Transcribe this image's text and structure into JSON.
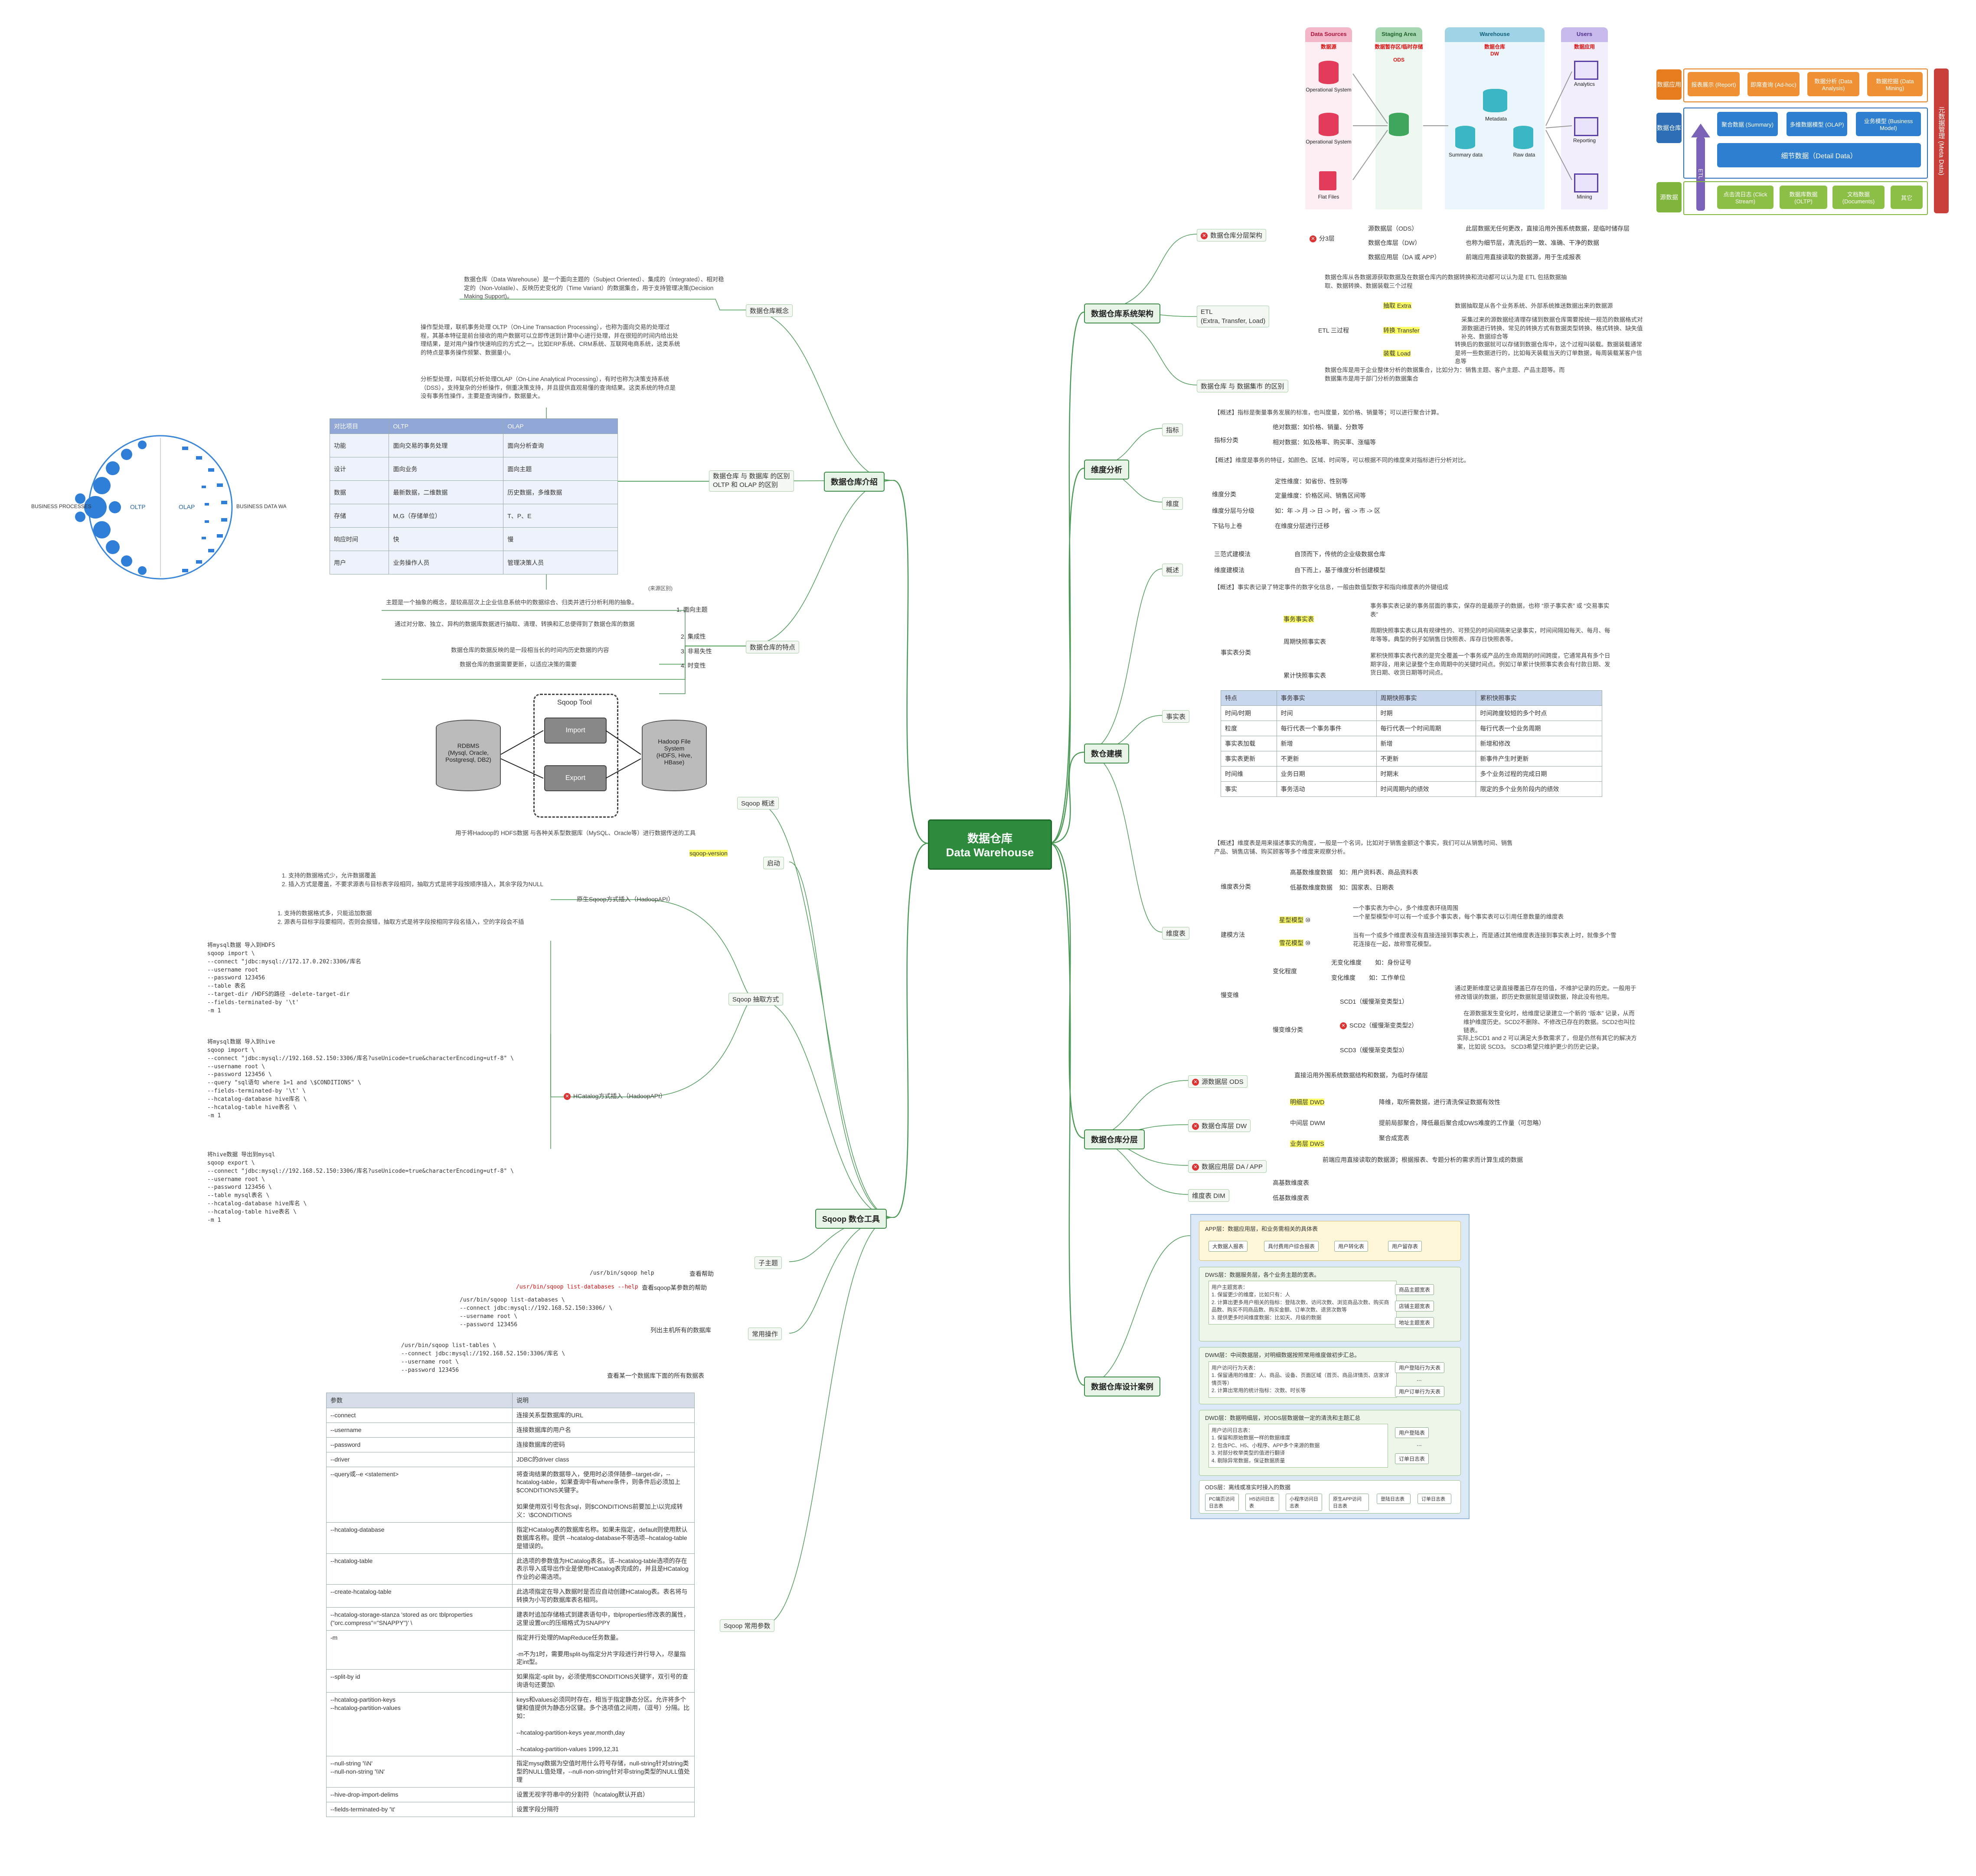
{
  "center": {
    "title": "数据仓库",
    "subtitle": "Data Warehouse"
  },
  "branches": {
    "arch": "数据仓库系统架构",
    "dim": "维度分析",
    "model": "数仓建模",
    "layer": "数据仓库分层",
    "case": "数据仓库设计案例",
    "intro": "数据仓库介绍",
    "sqoop": "Sqoop 数仓工具"
  },
  "intro": {
    "concept_label": "数据仓库概念",
    "concept_text": "数据仓库（Data Warehouse）是一个面向主题的（Subject Oriented）、集成的（Integrated）、相对稳定的（Non-Volatile）、反映历史变化的（Time Variant）的数据集合，用于支持管理决策(Decision Making Support)。",
    "oltp_text": "操作型处理，联机事务处理 OLTP（On-Line Transaction Processing），也称为面向交易的处理过程，其基本特征是前台接收的用户数据可以立即传送到计算中心进行处理，并在很短的时间内给出处理结果，是对用户操作快速响应的方式之一。比如ERP系统、CRM系统、互联网电商系统，这类系统的特点是事务操作频繁、数据量小。",
    "olap_text": "分析型处理，叫联机分析处理OLAP（On-Line Analytical Processing），有时也称为决策支持系统（DSS），支持复杂的分析操作，侧重决策支持，并且提供直观易懂的查询结果。这类系统的特点是没有事务性操作，主要是查询操作，数据量大。",
    "compare_label": "数据仓库 与 数据库 的区别\nOLTP 和 OLAP 的区别",
    "compare_caption": "(来源区别)",
    "compare_table": {
      "headers": [
        "对比项目",
        "OLTP",
        "OLAP"
      ],
      "rows": [
        [
          "功能",
          "面向交易的事务处理",
          "面向分析查询"
        ],
        [
          "设计",
          "面向业务",
          "面向主题"
        ],
        [
          "数据",
          "最新数据，二维数据",
          "历史数据，多维数据"
        ],
        [
          "存储",
          "M,G（存储单位）",
          "T、P、E"
        ],
        [
          "响应时间",
          "快",
          "慢"
        ],
        [
          "用户",
          "业务操作人员",
          "管理决策人员"
        ]
      ]
    },
    "circle": {
      "left": "BUSINESS PROCESSES",
      "oltp": "OLTP",
      "olap": "OLAP",
      "right": "BUSINESS DATA WAREHOUSE"
    },
    "features_label": "数据仓库的特点",
    "features": [
      {
        "text": "主题是一个抽象的概念，是较高层次上企业信息系统中的数据综合、归类并进行分析利用的抽象。",
        "label": "1. 面向主题"
      },
      {
        "text": "通过对分散、独立、异构的数据库数据进行抽取、清理、转换和汇总便得到了数据仓库的数据",
        "label": "2. 集成性"
      },
      {
        "text": "数据仓库的数据反映的是一段相当长的时间内历史数据的内容",
        "label": "3. 非易失性"
      },
      {
        "text": "数据仓库的数据需要更新，以适应决策的需要",
        "label": "4. 时变性"
      }
    ]
  },
  "arch": {
    "flow_label": "数据仓库分层架构",
    "layer3_label": "分3层",
    "layers": [
      {
        "name": "源数据层（ODS）",
        "desc": "此层数据无任何更改，直接沿用外围系统数据，是临时储存层"
      },
      {
        "name": "数据仓库层（DW）",
        "desc": "也称为细节层，清洗后的一致、准确、干净的数据"
      },
      {
        "name": "数据应用层（DA 或 APP）",
        "desc": "前端应用直接读取的数据源，用于生成报表"
      }
    ],
    "etl_label": "ETL\n(Extra, Transfer, Load)",
    "etl_desc": "数据仓库从各数据源获取数据及在数据仓库内的数据转换和流动都可以认为是 ETL 包括数据抽取、数据转换、数据装载三个过程",
    "etl_steps_label": "ETL 三过程",
    "etl_steps": [
      {
        "name": "抽取 Extra",
        "desc": "数据抽取是从各个业务系统、外部系统推送数据出来的数据源"
      },
      {
        "name": "转换 Transfer",
        "desc": "采集过来的源数据经清理存储到数据仓库需要按统一规范的数据格式对源数据进行转换、常见的转换方式有数据类型转换、格式转换、缺失值补充、数据综合等"
      },
      {
        "name": "装载 Load",
        "desc": "转换后的数据就可以存储到数据仓库中，这个过程叫装载。数据装载通常是将一些数据进行的，比如每天装载当天的订单数据，每周装载某客户信息等"
      }
    ],
    "mart_label": "数据仓库 与 数据集市 的区别",
    "mart_desc": "数据仓库是用于企业整体分析的数据集合，比如分为：销售主题、客户主题、产品主题等。而数据集市是用于部门分析的数据集合",
    "diagram": {
      "col1": "Data Sources",
      "col1_cn": "数据源",
      "col2": "Staging Area",
      "col2_cn": "数据暂存区/临时存储",
      "col2_sub": "ODS",
      "col3": "Warehouse",
      "col3_cn": "数据仓库",
      "col3_sub": "DW",
      "col4": "Users",
      "col4_cn": "数据应用",
      "sources": [
        "Operational System",
        "Operational System",
        "Flat Files"
      ],
      "warehouse": [
        "Metadata",
        "Summary data",
        "Raw data"
      ],
      "users": [
        "Analytics",
        "Reporting",
        "Mining"
      ]
    },
    "stack": {
      "side": "元数据管理 (Meta Data)",
      "app_label": "数据应用",
      "dw_label": "数据仓库",
      "src_label": "源数据",
      "app_items": [
        "报表展示 (Report)",
        "即席查询 (Ad-hoc)",
        "数据分析 (Data Analysis)",
        "数据挖掘 (Data Mining)"
      ],
      "dw_items": [
        "聚合数据 (Summary)",
        "多维数据模型 (OLAP)",
        "业务模型 (Business Model)"
      ],
      "detail": "细节数据（Detail Data）",
      "etl": "ETL",
      "src_items": [
        "点击流日志 (Click Stream)",
        "数据库数据 (OLTP)",
        "文档数据 (Documents)",
        "其它"
      ]
    }
  },
  "dim": {
    "indicator_label": "指标",
    "indicator_desc": "【概述】指标是衡量事务发展的标准，也叫度量，如价格、销量等；可以进行聚合计算。",
    "indicator_class_label": "指标分类",
    "indicator_classes": [
      "绝对数据：如价格、销量、分数等",
      "相对数据：如及格率、购买率、涨幅等"
    ],
    "dimension_label": "维度",
    "dimension_desc": "【概述】维度是事务的特征，如颜色、区域、时间等，可以根据不同的维度来对指标进行分析对比。",
    "dim_class_label": "维度分类",
    "dim_classes": [
      "定性维度：如省份、性别等",
      "定量维度：价格区间、销售区间等"
    ],
    "dim_level_label": "维度分层与分级",
    "dim_level": "如：年 -> 月 -> 日 -> 时，省 -> 市 -> 区",
    "drill_label": "下钻与上卷",
    "drill": "在维度分层进行迁移"
  },
  "model": {
    "overview_label": "概述",
    "overview": [
      {
        "name": "三范式建模法",
        "desc": "自顶而下，传统的企业级数据仓库"
      },
      {
        "name": "维度建模法",
        "desc": "自下而上，基于维度分析创建模型"
      }
    ],
    "fact_label": "事实表",
    "fact_desc": "【概述】事实表记录了特定事件的数字化信息，一般由数值型数字和指向维度表的外键组成",
    "fact_class_label": "事实表分类",
    "fact_classes": [
      {
        "name": "事务事实表",
        "desc": "事务事实表记录的事务层面的事实，保存的是最原子的数据，也称 “原子事实表” 或 “交易事实表”"
      },
      {
        "name": "周期快照事实表",
        "desc": "周期快照事实表以具有规律性的、可预见的时间间隔来记录事实，时间间隔如每天、每月、每年等等。典型的例子如销售日快照表、库存日快照表等。"
      },
      {
        "name": "累计快照事实表",
        "desc": "累积快照事实表代表的是完全覆盖一个事务或产品的生命周期的时间跨度，它通常具有多个日期字段，用来记录整个生命周期中的关键时间点。例如订单累计快照事实表会有付款日期、发货日期、收货日期等时间点。"
      }
    ],
    "fact_table": {
      "headers": [
        "特点",
        "事务事实",
        "周期快照事实",
        "累积快照事实"
      ],
      "rows": [
        [
          "时间/时期",
          "时间",
          "时期",
          "时间跨度较短的多个时点"
        ],
        [
          "粒度",
          "每行代表一个事务事件",
          "每行代表一个时间周期",
          "每行代表一个业务周期"
        ],
        [
          "事实表加载",
          "新增",
          "新增",
          "新增和修改"
        ],
        [
          "事实表更新",
          "不更新",
          "不更新",
          "新事件产生时更新"
        ],
        [
          "时间维",
          "业务日期",
          "时期末",
          "多个业务过程的完成日期"
        ],
        [
          "事实",
          "事务活动",
          "时间周期内的绩效",
          "限定的多个业务阶段内的绩效"
        ]
      ]
    },
    "dimtable_label": "维度表",
    "dimtable_desc": "【概述】维度表是用来描述事实的角度，一般是一个名词，比如对于销售金额这个事实，我们可以从销售时间、销售产品、销售店铺、购买顾客等多个维度来观察分析。",
    "dimtable_class_label": "维度表分类",
    "dimtable_classes": [
      "高基数维度数据    如：用户资料表、商品资料表",
      "低基数维度数据    如：国家表、日期表"
    ],
    "model_label": "建模方法",
    "models": [
      {
        "name": "星型模型",
        "mark": "⑩",
        "desc": "一个事实表为中心，多个维度表环绕周围\n一个星型模型中可以有一个或多个事实表，每个事实表可以引用任意数量的维度表"
      },
      {
        "name": "雪花模型",
        "mark": "⑩",
        "desc": "当有一个或多个维度表没有直接连接到事实表上，而是通过其他维度表连接到事实表上时，就像多个雪花连接在一起，故称雪花模型。"
      }
    ],
    "scd_label": "慢变维",
    "scd_degree_label": "变化程度",
    "scd_degree": [
      "无变化维度        如：身份证号",
      "变化维度        如：工作单位"
    ],
    "scd_solution_label": "慢变维分类",
    "scd_solutions": [
      {
        "name": "SCD1（缓慢渐变类型1）",
        "desc": "通过更新维度记录直接覆盖已存在的值，不维护记录的历史。一般用于修改错误的数据，即历史数据就是错误数据，除此没有他用。"
      },
      {
        "name": "SCD2（缓慢渐变类型2）",
        "desc": "在源数据发生变化时，给维度记录建立一个新的 “版本” 记录，从而维护维度历史。SCD2不删除、不修改已存在的数据。SCD2也叫拉链表。"
      },
      {
        "name": "SCD3（缓慢渐变类型3）",
        "desc": "实际上SCD1 and 2 可以满足大多数需求了，但是仍然有其它的解决方案，比如说 SCD3。 SCD3希望只维护更少的历史记录。"
      }
    ]
  },
  "layer": {
    "ods_label": "源数据层 ODS",
    "ods_desc": "直接沿用外围系统数据结构和数据，为临时存储层",
    "dw_label": "数据仓库层 DW",
    "dw_items": [
      {
        "name": "明细层 DWD",
        "desc": "降维，取所需数据，进行清洗保证数据有效性"
      },
      {
        "name": "中间层 DWM",
        "desc": "提前局部聚合，降低最后聚合成DWS难度的工作量（可忽略）"
      },
      {
        "name": "业务层 DWS",
        "desc": "聚合成宽表"
      }
    ],
    "app_label": "数据应用层 DA / APP",
    "app_desc": "前端应用直接读取的数据源；根据报表、专题分析的需求而计算生成的数据",
    "dim_label": "维度表 DIM",
    "dim_items": [
      "高基数维度表",
      "低基数维度表"
    ]
  },
  "case": {
    "app_title": "APP层：数据应用层，和业务需相关的具体表",
    "app_tags": [
      "大数据人报表",
      "具付费用户综合报表",
      "用户转化表",
      "用户留存表"
    ],
    "dws_title": "DWS层：数据服务层，各个业务主题的宽表。",
    "dws_text": "用户主题宽表：\n1. 保留更少的维度，比如只有：人\n2. 计算出更多用户相关的指标：登陆次数、访问次数、浏览商品次数、购买商品数、购买不同商品数、购买金额、订单次数、退货次数等\n3. 提供更多时间维度数据：比如天、月级的数据",
    "dws_tags": [
      "商品主题宽表",
      "店铺主题宽表",
      "地址主题宽表"
    ],
    "dwm_title": "DWM层：中间数据层，对明细数据按照常用维度做初步汇总。",
    "dwm_text": "用户访问行为天表：\n1. 保留通用的维度：人、商品、设备、页面区域（首页、商品详情页、店家详情页等）\n2. 计算出常用的统计指标：次数、时长等",
    "dwm_tags": [
      "用户登陆行为天表",
      "...",
      "用户订单行为天表"
    ],
    "dwd_title": "DWD层：数据明细层，对ODS层数据做一定的清洗和主题汇总",
    "dwd_text": "用户访问日志表：\n1. 保留和原始数据一样的数据维度\n2. 包含PC、H5、小程序、APP多个来源的数据\n3. 对部分枚举类型的值进行翻译\n4. 剔除异常数据，保证数据质量",
    "dwd_tags": [
      "用户登陆表",
      "...",
      "订单日志表"
    ],
    "ods_title": "ODS层：离线或准实时接入的数据",
    "ods_tags": [
      "PC端页访问日志表",
      "H5访问日志表",
      "小程序访问日志表",
      "原生APP访问日志表",
      "登陆日志表",
      "订单日志表"
    ]
  },
  "sqoop": {
    "overview_label": "Sqoop 概述",
    "tool": "Sqoop Tool",
    "import": "Import",
    "export": "Export",
    "rdbms": "RDBMS\n(Mysql, Oracle,\nPostgresql, DB2)",
    "hadoop": "Hadoop File\nSystem\n(HDFS, Hive,\nHBase)",
    "overview_desc": "用于将Hadoop的 HDFS数据 与各种关系型数据库（MySQL、Oracle等）进行数据传送的工具",
    "start_label": "启动",
    "start_item": "sqoop-version",
    "extract_label": "Sqoop 抽取方式",
    "native_label": "原生Sqoop方式插入（HadoopAPI）",
    "native_desc": "1. 支持的数据格式少，允许数据覆盖\n2. 插入方式是覆盖，不要求源表与目标表字段相同，抽取方式是将字段按顺序插入，其余字段为NULL",
    "hcat_label": "HCatalog方式插入（HadoopAPI）",
    "hcat_desc": "1. 支持的数据格式多，只能追加数据\n2. 源表与目标字段要相同，否则会报错，抽取方式是将字段按相同字段名插入，空的字段会不插",
    "code1": "将mysql数据 导入到HDFS\nsqoop import \\\n--connect \"jdbc:mysql://172.17.0.202:3306/库名\n--username root\n--password 123456\n--table 表名\n--target-dir /HDFS的路径 -delete-target-dir\n--fields-terminated-by '\\t'\n-m 1",
    "code2": "将mysql数据 导入到hive\nsqoop import \\\n--connect \"jdbc:mysql://192.168.52.150:3306/库名?useUnicode=true&characterEncoding=utf-8\" \\\n--username root \\\n--password 123456 \\\n--query \"sql语句 where 1=1 and \\$CONDITIONS\" \\\n--fields-terminated-by '\\t' \\\n--hcatalog-database hive库名 \\\n--hcatalog-table hive表名 \\\n-m 1",
    "code3": "将hive数据 导出到mysql\nsqoop export \\\n--connect \"jdbc:mysql://192.168.52.150:3306/库名?useUnicode=true&characterEncoding=utf-8\" \\\n--username root \\\n--password 123456 \\\n--table mysql表名 \\\n--hcatalog-database hive库名 \\\n--hcatalog-table hive表名 \\\n-m 1",
    "sub_label": "子主题",
    "common_label": "常用操作",
    "ops": [
      {
        "cmd": "/usr/bin/sqoop help",
        "desc": "查看帮助"
      },
      {
        "cmd": "/usr/bin/sqoop list-databases --help",
        "desc": "查看sqoop某参数的帮助"
      },
      {
        "cmd": "/usr/bin/sqoop list-databases \\\n--connect jdbc:mysql://192.168.52.150:3306/ \\\n--username root \\\n--password 123456",
        "desc": "列出主机所有的数据库"
      },
      {
        "cmd": "/usr/bin/sqoop list-tables \\\n--connect jdbc:mysql://192.168.52.150:3306/库名 \\\n--username root \\\n--password 123456",
        "desc": "查看某一个数据库下面的所有数据表"
      }
    ],
    "params_label": "Sqoop 常用参数",
    "params_headers": [
      "参数",
      "说明"
    ],
    "params": [
      [
        "--connect",
        "连接关系型数据库的URL"
      ],
      [
        "--username",
        "连接数据库的用户名"
      ],
      [
        "--password",
        "连接数据库的密码"
      ],
      [
        "--driver",
        "JDBC的driver class"
      ],
      [
        "--query或--e <statement>",
        "将查询结果的数据导入，使用时必须伴随参--target-dir，--hcatalog-table，如果查询中有where条件，则条件后必须加上$CONDITIONS关键字。\n\n如果使用双引号包含sql，则$CONDITIONS前要加上\\以完成转义：\\$CONDITIONS"
      ],
      [
        "--hcatalog-database",
        "指定HCatalog表的数据库名称。如果未指定，default则使用默认数据库名称。提供 --hcatalog-database不带选项--hcatalog-table是错误的。"
      ],
      [
        "--hcatalog-table",
        "此选项的参数值为HCatalog表名。该--hcatalog-table选项的存在表示导入或导出作业是使用HCatalog表完成的，并且是HCatalog作业的必需选项。"
      ],
      [
        "--create-hcatalog-table",
        "此选项指定在导入数据时是否应自动创建HCatalog表。表名将与转换为小写的数据库表名相同。"
      ],
      [
        "--hcatalog-storage-stanza 'stored as orc tblproperties (\"orc.compress\"=\"SNAPPY\")' \\",
        "建表时追加存储格式到建表语句中，tblproperties修改表的属性，这里设置orc的压缩格式为SNAPPY"
      ],
      [
        "-m",
        "指定并行处理的MapReduce任务数量。\n\n-m不为1时，需要用split-by指定分片字段进行并行导入，尽量指定int型。"
      ],
      [
        "--split-by id",
        "如果指定-split by，必须使用$CONDITIONS关键字，双引号的查询语句还要加\\"
      ],
      [
        "--hcatalog-partition-keys\n--hcatalog-partition-values",
        "keys和values必须同时存在，相当于指定静态分区。允许将多个键和值提供为静态分区键。多个选项值之间用，（逗号）分隔。比如：\n\n--hcatalog-partition-keys year,month,day\n\n--hcatalog-partition-values 1999,12,31"
      ],
      [
        "--null-string '\\\\N'\n--null-non-string '\\\\N'",
        "指定mysql数据为空值时用什么符号存储，null-string针对string类型的NULL值处理，--null-non-string针对非string类型的NULL值处理"
      ],
      [
        "--hive-drop-import-delims",
        "设置无视字符串中的分割符（hcatalog默认开启）"
      ],
      [
        "--fields-terminated-by '\\t'",
        "设置字段分隔符"
      ]
    ]
  },
  "colors": {
    "green": "#2e8b3e",
    "link": "#4a9a55",
    "highlight": "#ffff66"
  }
}
